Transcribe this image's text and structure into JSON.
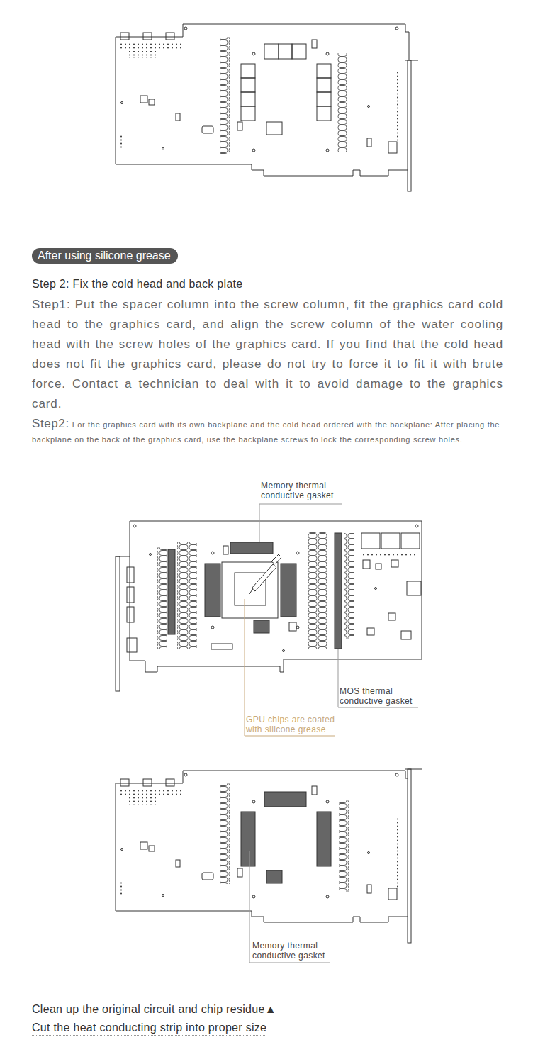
{
  "diagram": {
    "nodes": [
      {
        "text": [
          "After using silicone grease"
        ]
      }
    ],
    "labels": [
      "Step 2: Fix the cold head and back plate",
      "Step1: Put the spacer column into the screw column, fit the graphics card cold head to the graphics card, and align the screw column of the water cooling head with the screw holes of the graphics card. If you find that the cold head does not fit the graphics card, please do not try to force it to fit it with brute force. Contact a technician to deal with it to avoid damage to the graphics card.",
      "Step2:",
      "For the graphics card with its own backplane and the cold head ordered with the backplane: After placing the backplane on the back of the graphics card, use the backplane screws to lock the corresponding screw holes.",
      "Memory thermal conductive gasket",
      "MOS thermal conductive gasket",
      "GPU chips are coated with silicone grease",
      "Memory thermal conductive gasket",
      "Clean up the original circuit and chip residue▲",
      "Cut the heat conducting strip into proper size"
    ]
  }
}
